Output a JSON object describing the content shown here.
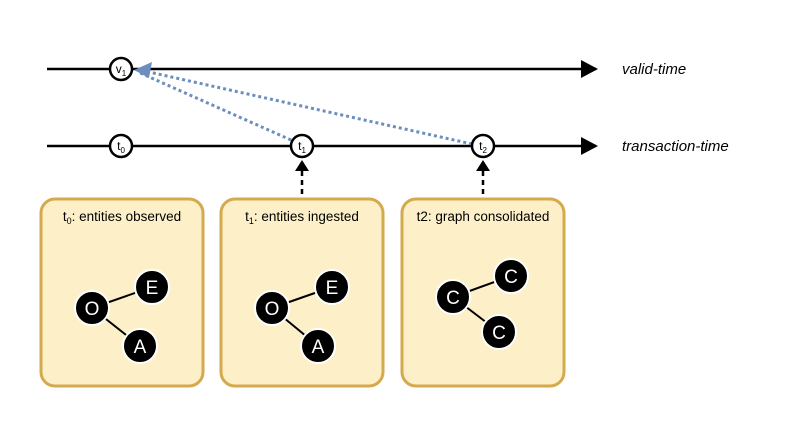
{
  "timelines": {
    "valid": {
      "label": "valid-time"
    },
    "transaction": {
      "label": "transaction-time"
    }
  },
  "markers": [
    {
      "id": "v1",
      "base": "v",
      "sub": "1",
      "timeline": "valid"
    },
    {
      "id": "t0",
      "base": "t",
      "sub": "0",
      "timeline": "transaction"
    },
    {
      "id": "t1",
      "base": "t",
      "sub": "1",
      "timeline": "transaction"
    },
    {
      "id": "t2",
      "base": "t",
      "sub": "2",
      "timeline": "transaction"
    }
  ],
  "panels": [
    {
      "id": "t0",
      "title_base": "t",
      "title_sub": "0",
      "title_rest": ": entities observed",
      "nodes": [
        "O",
        "E",
        "A"
      ]
    },
    {
      "id": "t1",
      "title_base": "t",
      "title_sub": "1",
      "title_rest": ": entities ingested",
      "nodes": [
        "O",
        "E",
        "A"
      ]
    },
    {
      "id": "t2",
      "title_base": "t2",
      "title_sub": "",
      "title_rest": ": graph consolidated",
      "nodes": [
        "C",
        "C",
        "C"
      ]
    }
  ],
  "colors": {
    "panel_fill": "#fdf0c8",
    "panel_border": "#d4aa4e",
    "dotted_link": "#6c8ebf",
    "line": "#000000"
  }
}
